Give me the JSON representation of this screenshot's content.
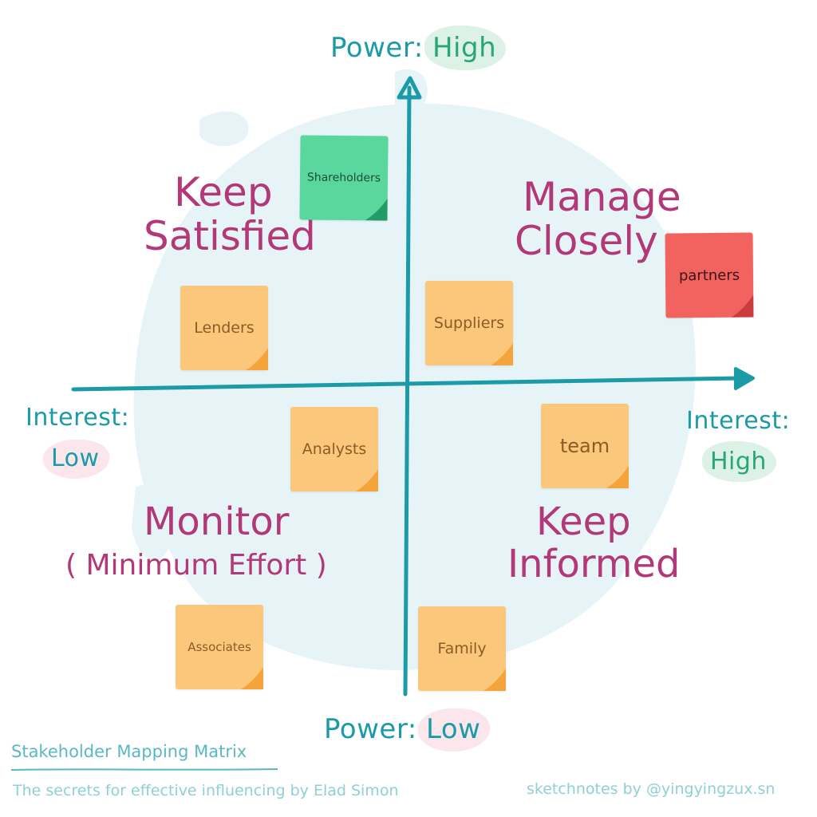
{
  "axes": {
    "power_prefix": "Power:",
    "power_high": "High",
    "power_low": "Low",
    "interest_prefix": "Interest:",
    "interest_low": "Low",
    "interest_high": "High"
  },
  "quadrants": {
    "top_left": [
      "Keep",
      "Satisfied"
    ],
    "top_right": [
      "Manage",
      "Closely"
    ],
    "bottom_left": [
      "Monitor",
      "( Minimum Effort )"
    ],
    "bottom_right": [
      "Keep",
      "Informed"
    ]
  },
  "notes": {
    "shareholders": "Shareholders",
    "partners": "partners",
    "lenders": "Lenders",
    "suppliers": "Suppliers",
    "analysts": "Analysts",
    "team": "team",
    "associates": "Associates",
    "family": "Family"
  },
  "footer": {
    "title": "Stakeholder Mapping Matrix",
    "subtitle": "The secrets for effective influencing by Elad Simon",
    "credit": "sketchnotes by @yingyingzux.sn"
  },
  "colors": {
    "axis": "#1b9aa8",
    "quadrant_text": "#b23877",
    "note_orange": "#fbc77a",
    "note_green": "#5ad79c",
    "note_red": "#f2625f",
    "background_blob": "#e6f4f7"
  }
}
